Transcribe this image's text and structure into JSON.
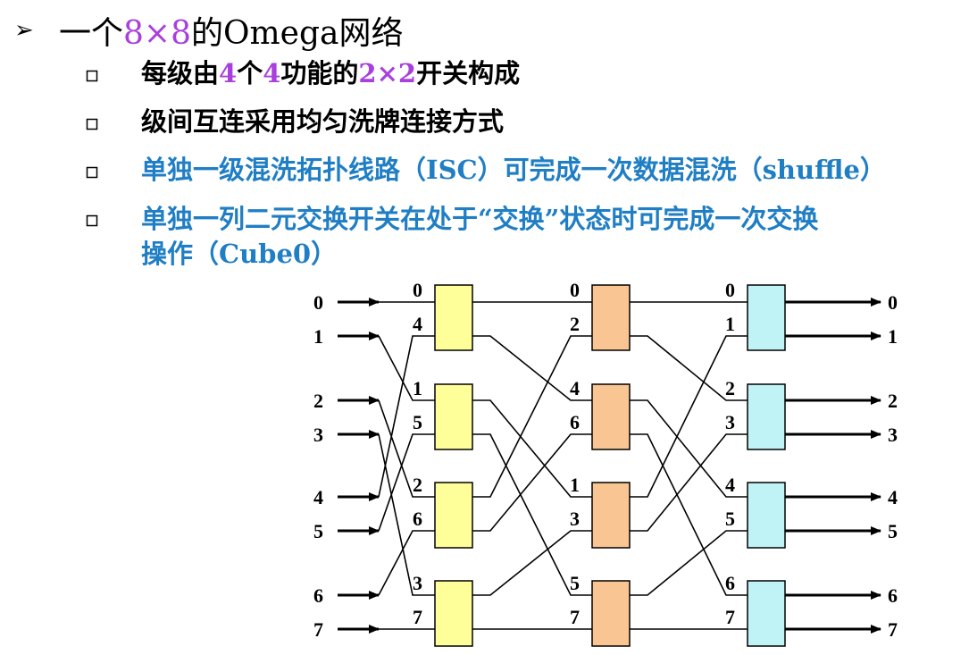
{
  "title": {
    "prefix": "一个",
    "size": "8×8",
    "suffix": "的Omega网络"
  },
  "bullets": [
    {
      "parts": [
        "每级由",
        "4",
        "个",
        "4",
        "功能的",
        "2×2",
        "开关构成"
      ]
    },
    {
      "text": "级间互连采用均匀洗牌连接方式"
    },
    {
      "text": "单独一级混洗拓扑线路（ISC）可完成一次数据混洗（shuffle）"
    },
    {
      "line1": "单独一列二元交换开关在处于“交换”状态时可完成一次交换",
      "line2": "操作（Cube0）"
    }
  ],
  "diagram": {
    "inputs": [
      "0",
      "1",
      "2",
      "3",
      "4",
      "5",
      "6",
      "7"
    ],
    "outputs": [
      "0",
      "1",
      "2",
      "3",
      "4",
      "5",
      "6",
      "7"
    ],
    "stage1_labels": [
      "0",
      "4",
      "1",
      "5",
      "2",
      "6",
      "3",
      "7"
    ],
    "stage2_labels": [
      "0",
      "2",
      "4",
      "6",
      "1",
      "3",
      "5",
      "7"
    ],
    "stage3_labels": [
      "0",
      "1",
      "2",
      "3",
      "4",
      "5",
      "6",
      "7"
    ],
    "stage_colors": [
      "#ffff99",
      "#f9c592",
      "#bff3f6"
    ]
  }
}
